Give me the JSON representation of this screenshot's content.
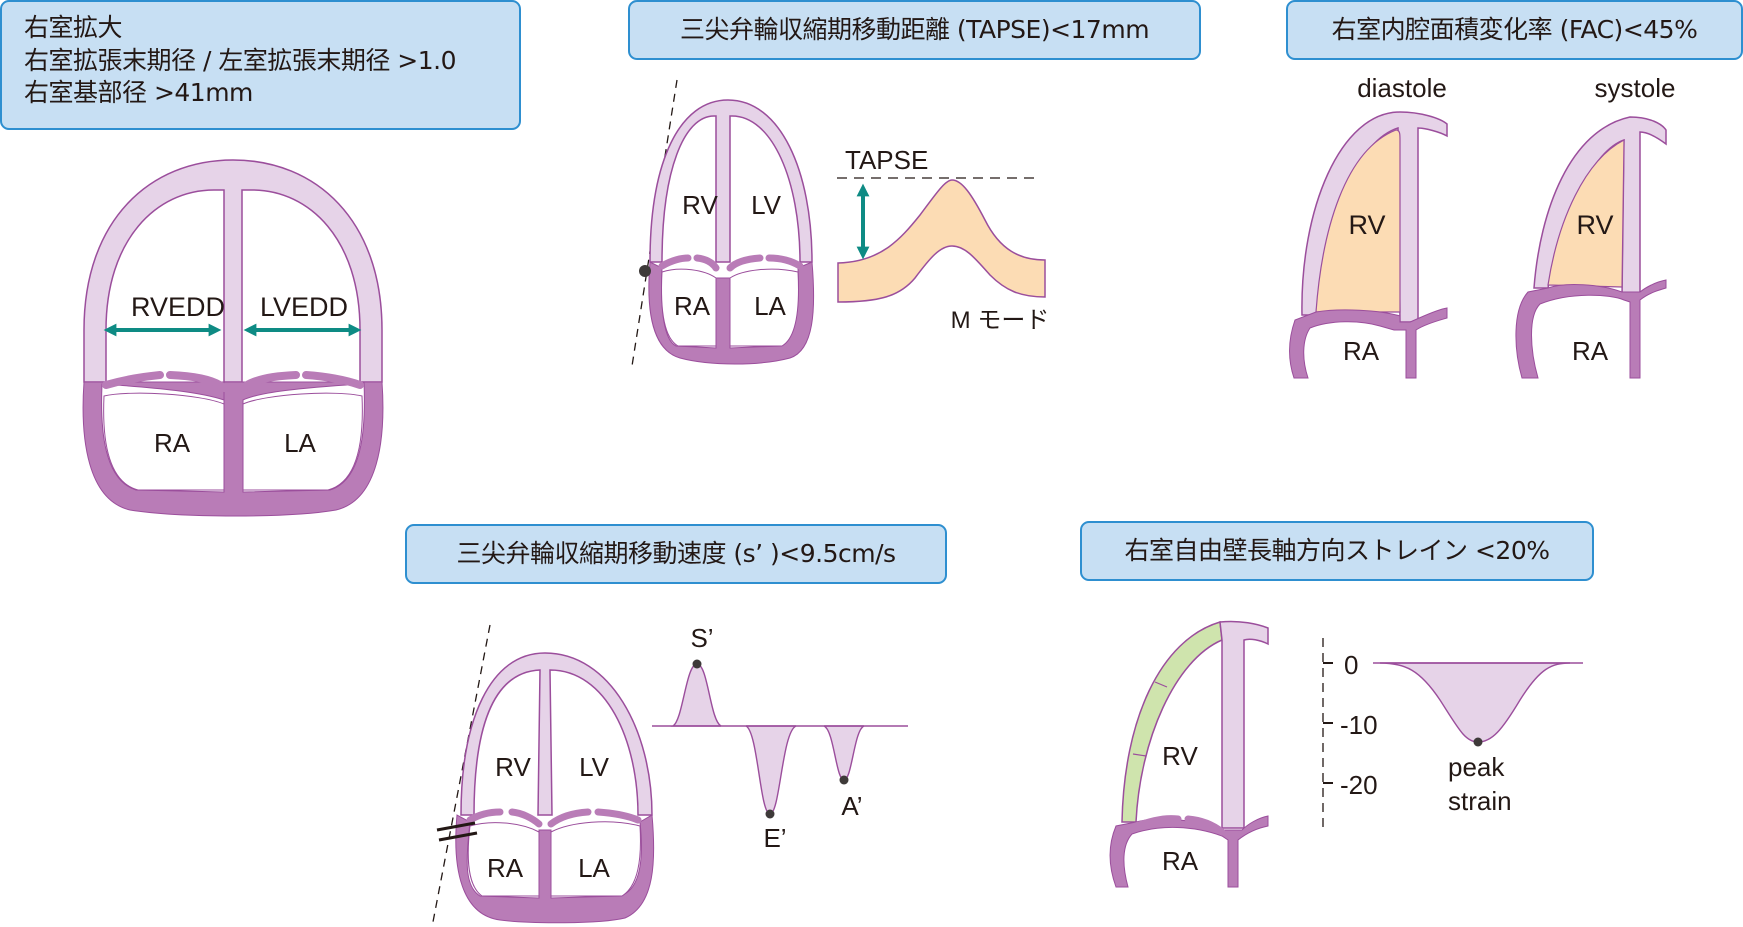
{
  "panels": {
    "rv_dilation": {
      "title_lines": [
        "右室拡大",
        "右室拡張末期径 / 左室拡張末期径 >1.0",
        "右室基部径 >41mm"
      ],
      "labels": {
        "rvedd": "RVEDD",
        "lvedd": "LVEDD",
        "ra": "RA",
        "la": "LA"
      }
    },
    "tapse": {
      "title": "三尖弁輪収縮期移動距離 (TAPSE)<17mm",
      "labels": {
        "rv": "RV",
        "lv": "LV",
        "ra": "RA",
        "la": "LA",
        "tapse": "TAPSE",
        "mmode": "M モード"
      }
    },
    "fac": {
      "title": "右室内腔面積変化率 (FAC)<45%",
      "labels": {
        "diastole": "diastole",
        "systole": "systole",
        "rv": "RV",
        "ra": "RA"
      }
    },
    "s_prime": {
      "title": "三尖弁輪収縮期移動速度 (s’ )<9.5cm/s",
      "labels": {
        "rv": "RV",
        "lv": "LV",
        "ra": "RA",
        "la": "LA",
        "s": "S’",
        "e": "E’",
        "a": "A’"
      }
    },
    "strain": {
      "title": "右室自由壁長軸方向ストレイン <20%",
      "labels": {
        "rv": "RV",
        "ra": "RA",
        "peak": "peak",
        "strain": "strain"
      },
      "axis_ticks": [
        "0",
        "-10",
        "-20"
      ]
    }
  },
  "colors": {
    "box_fill": "#c7dff3",
    "box_border": "#2e8fd0",
    "ventricle_wall": "#e6d3e8",
    "atrium_wall": "#b97cb7",
    "outline": "#9b4e9c",
    "arrow_teal": "#0e8b84",
    "rv_cavity": "#fcdcb4",
    "strain_segment": "#cfe4ad"
  }
}
